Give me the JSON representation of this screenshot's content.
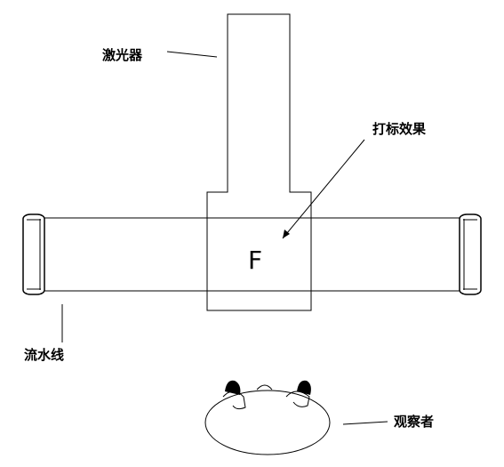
{
  "labels": {
    "laser": "激光器",
    "marking_effect": "打标效果",
    "conveyor": "流水线",
    "observer": "观察者"
  },
  "marked_glyph": "F"
}
